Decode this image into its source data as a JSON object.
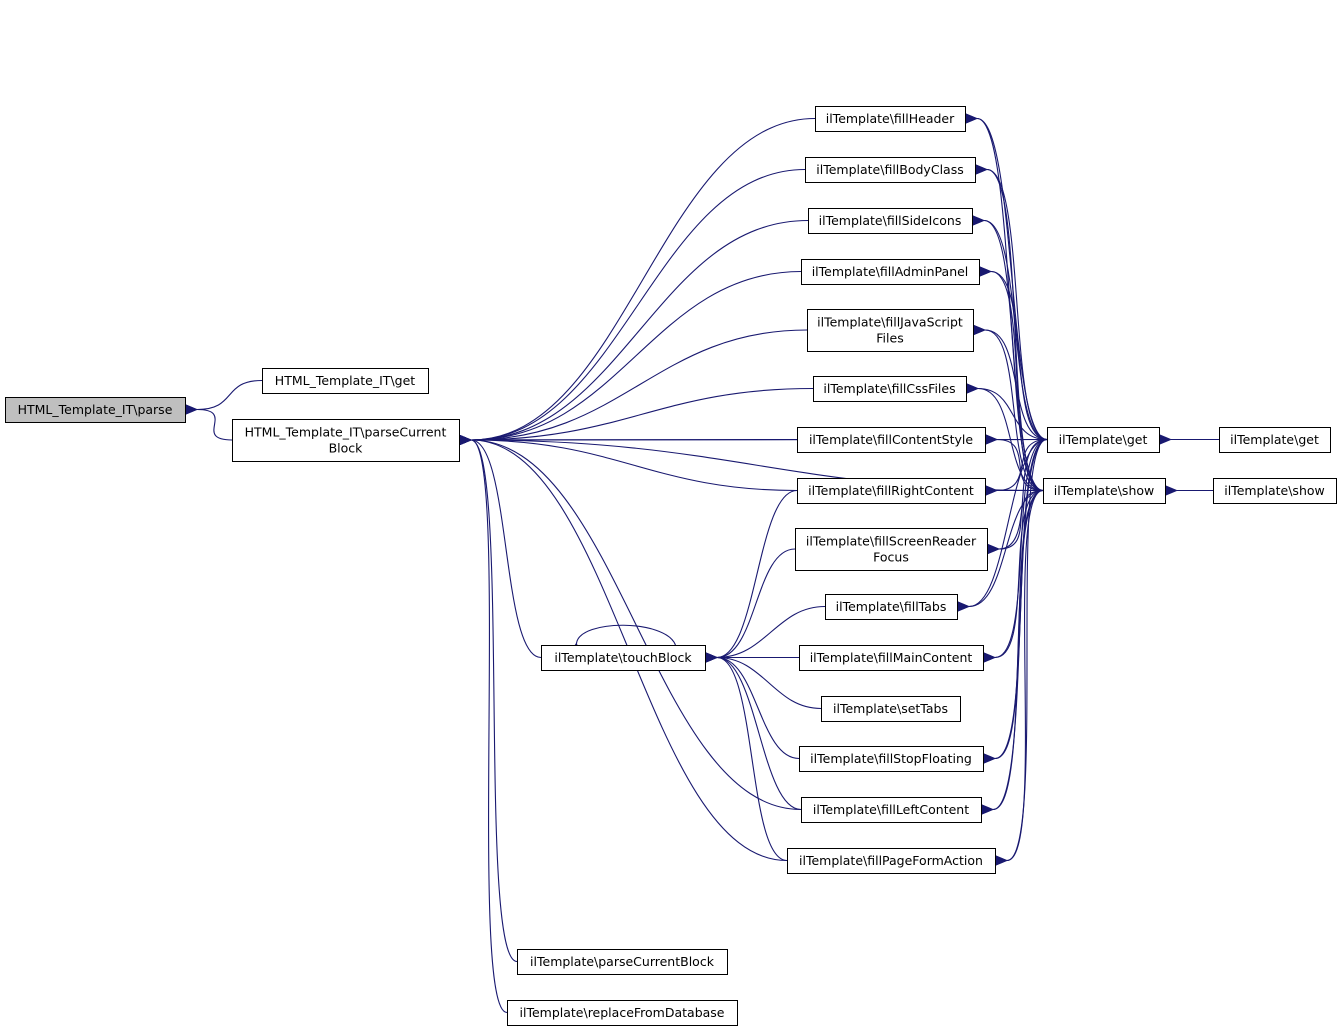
{
  "colors": {
    "edge": "#191970",
    "node_fill": "#ffffff",
    "focus_fill": "#bfbfbf",
    "node_stroke": "#000000"
  },
  "nodes": {
    "parse": {
      "label": [
        "HTML_Template_IT\\parse"
      ],
      "focus": true
    },
    "hget": {
      "label": [
        "HTML_Template_IT\\get"
      ]
    },
    "hpcb": {
      "label": [
        "HTML_Template_IT\\parseCurrent",
        "Block"
      ]
    },
    "fillHeader": {
      "label": [
        "ilTemplate\\fillHeader"
      ]
    },
    "fillBodyClass": {
      "label": [
        "ilTemplate\\fillBodyClass"
      ]
    },
    "fillSideIcons": {
      "label": [
        "ilTemplate\\fillSideIcons"
      ]
    },
    "fillAdminPanel": {
      "label": [
        "ilTemplate\\fillAdminPanel"
      ]
    },
    "fillJS": {
      "label": [
        "ilTemplate\\fillJavaScript",
        "Files"
      ]
    },
    "fillCss": {
      "label": [
        "ilTemplate\\fillCssFiles"
      ]
    },
    "fillContentStyle": {
      "label": [
        "ilTemplate\\fillContentStyle"
      ]
    },
    "fillRight": {
      "label": [
        "ilTemplate\\fillRightContent"
      ]
    },
    "fillSR": {
      "label": [
        "ilTemplate\\fillScreenReader",
        "Focus"
      ]
    },
    "fillTabs": {
      "label": [
        "ilTemplate\\fillTabs"
      ]
    },
    "fillMain": {
      "label": [
        "ilTemplate\\fillMainContent"
      ]
    },
    "setTabs": {
      "label": [
        "ilTemplate\\setTabs"
      ]
    },
    "fillStop": {
      "label": [
        "ilTemplate\\fillStopFloating"
      ]
    },
    "fillLeft": {
      "label": [
        "ilTemplate\\fillLeftContent"
      ]
    },
    "fillForm": {
      "label": [
        "ilTemplate\\fillPageFormAction"
      ]
    },
    "touch": {
      "label": [
        "ilTemplate\\touchBlock"
      ]
    },
    "pcb": {
      "label": [
        "ilTemplate\\parseCurrentBlock"
      ]
    },
    "rfd": {
      "label": [
        "ilTemplate\\replaceFromDatabase"
      ]
    },
    "iget": {
      "label": [
        "ilTemplate\\get"
      ]
    },
    "ishow": {
      "label": [
        "ilTemplate\\show"
      ]
    },
    "iget2": {
      "label": [
        "ilTemplate\\get"
      ]
    },
    "ishow2": {
      "label": [
        "ilTemplate\\show"
      ]
    }
  },
  "edges": [
    [
      "parse",
      "hget"
    ],
    [
      "parse",
      "hpcb"
    ],
    [
      "hpcb",
      "fillHeader"
    ],
    [
      "hpcb",
      "fillBodyClass"
    ],
    [
      "hpcb",
      "fillSideIcons"
    ],
    [
      "hpcb",
      "fillAdminPanel"
    ],
    [
      "hpcb",
      "fillJS"
    ],
    [
      "hpcb",
      "fillCss"
    ],
    [
      "hpcb",
      "fillContentStyle"
    ],
    [
      "hpcb",
      "fillRight"
    ],
    [
      "hpcb",
      "iget"
    ],
    [
      "hpcb",
      "touch"
    ],
    [
      "hpcb",
      "fillLeft"
    ],
    [
      "hpcb",
      "fillForm"
    ],
    [
      "hpcb",
      "ishow"
    ],
    [
      "hpcb",
      "pcb"
    ],
    [
      "hpcb",
      "rfd"
    ],
    [
      "touch",
      "touch"
    ],
    [
      "touch",
      "fillRight"
    ],
    [
      "touch",
      "fillSR"
    ],
    [
      "touch",
      "fillTabs"
    ],
    [
      "touch",
      "fillMain"
    ],
    [
      "touch",
      "setTabs"
    ],
    [
      "touch",
      "fillStop"
    ],
    [
      "touch",
      "fillLeft"
    ],
    [
      "touch",
      "fillForm"
    ],
    [
      "fillHeader",
      "iget"
    ],
    [
      "fillHeader",
      "ishow"
    ],
    [
      "fillBodyClass",
      "iget"
    ],
    [
      "fillBodyClass",
      "ishow"
    ],
    [
      "fillSideIcons",
      "iget"
    ],
    [
      "fillSideIcons",
      "ishow"
    ],
    [
      "fillAdminPanel",
      "iget"
    ],
    [
      "fillAdminPanel",
      "ishow"
    ],
    [
      "fillJS",
      "iget"
    ],
    [
      "fillJS",
      "ishow"
    ],
    [
      "fillCss",
      "iget"
    ],
    [
      "fillCss",
      "ishow"
    ],
    [
      "fillContentStyle",
      "iget"
    ],
    [
      "fillContentStyle",
      "ishow"
    ],
    [
      "fillRight",
      "iget"
    ],
    [
      "fillRight",
      "ishow"
    ],
    [
      "fillSR",
      "iget"
    ],
    [
      "fillSR",
      "ishow"
    ],
    [
      "fillTabs",
      "iget"
    ],
    [
      "fillTabs",
      "ishow"
    ],
    [
      "fillMain",
      "iget"
    ],
    [
      "fillMain",
      "ishow"
    ],
    [
      "fillStop",
      "iget"
    ],
    [
      "fillStop",
      "ishow"
    ],
    [
      "fillLeft",
      "iget"
    ],
    [
      "fillLeft",
      "ishow"
    ],
    [
      "fillForm",
      "iget"
    ],
    [
      "fillForm",
      "ishow"
    ],
    [
      "iget",
      "iget2"
    ],
    [
      "ishow",
      "ishow2"
    ]
  ]
}
